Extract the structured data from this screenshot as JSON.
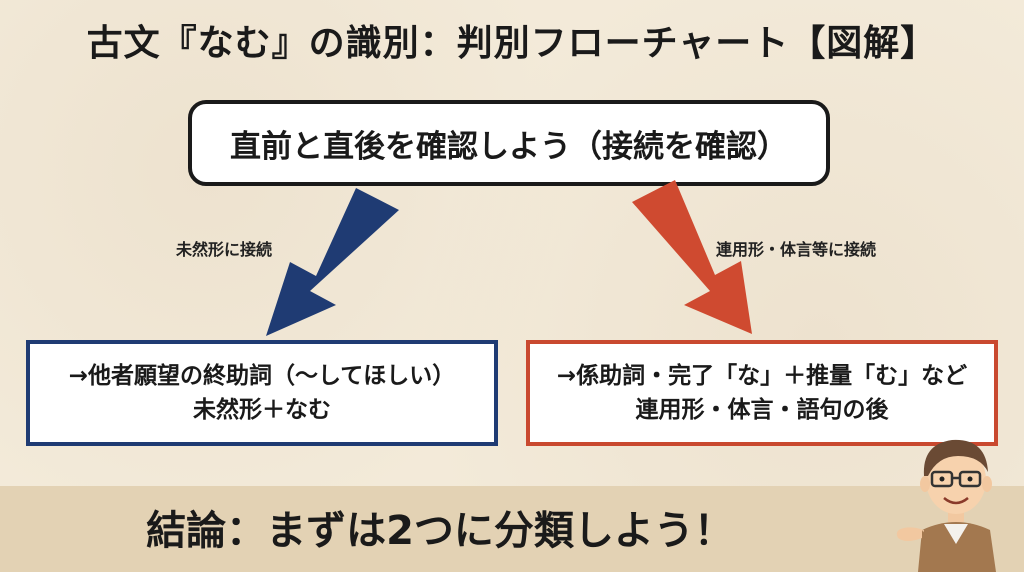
{
  "title": "古文『なむ』の識別：判別フローチャート【図解】",
  "top_box": "直前と直後を確認しよう（接続を確認）",
  "arrows": {
    "left_label": "未然形に接続",
    "right_label": "連用形・体言等に接続",
    "left_color": "#1f3b73",
    "right_color": "#cf4a30"
  },
  "left_box": {
    "line1": "→他者願望の終助詞（〜してほしい）",
    "line2": "未然形＋なむ"
  },
  "right_box": {
    "line1": "→係助詞・完了「な」＋推量「む」など",
    "line2": "連用形・体言・語句の後"
  },
  "conclusion": "結論：まずは2つに分類しよう！",
  "illustration": "teacher-character"
}
